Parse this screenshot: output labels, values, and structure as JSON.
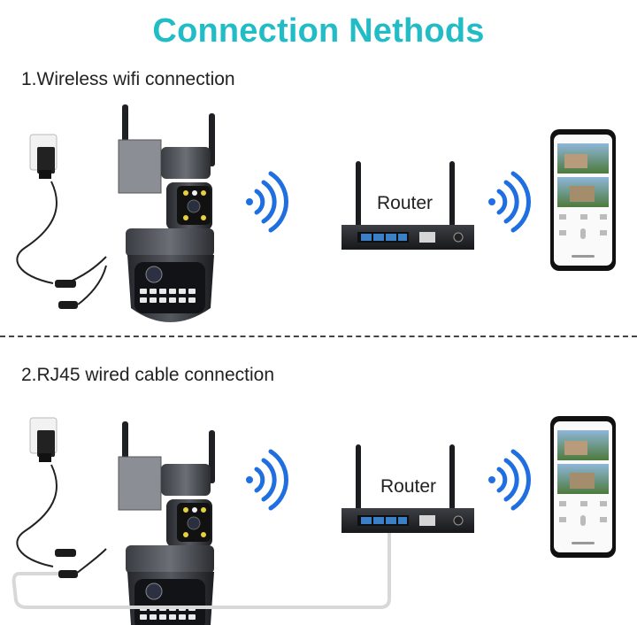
{
  "title": "Connection Nethods",
  "sections": [
    {
      "label": "1.Wireless wifi connection",
      "router_label": "Router"
    },
    {
      "label": "2.RJ45 wired cable connection",
      "router_label": "Router"
    }
  ],
  "colors": {
    "title": "#22bcc7",
    "wifi_waves": "#1f6fe0",
    "divider": "#444444"
  },
  "icons": [
    "wifi-signal-icon",
    "power-plug-icon",
    "camera-icon",
    "router-icon",
    "smartphone-icon"
  ]
}
